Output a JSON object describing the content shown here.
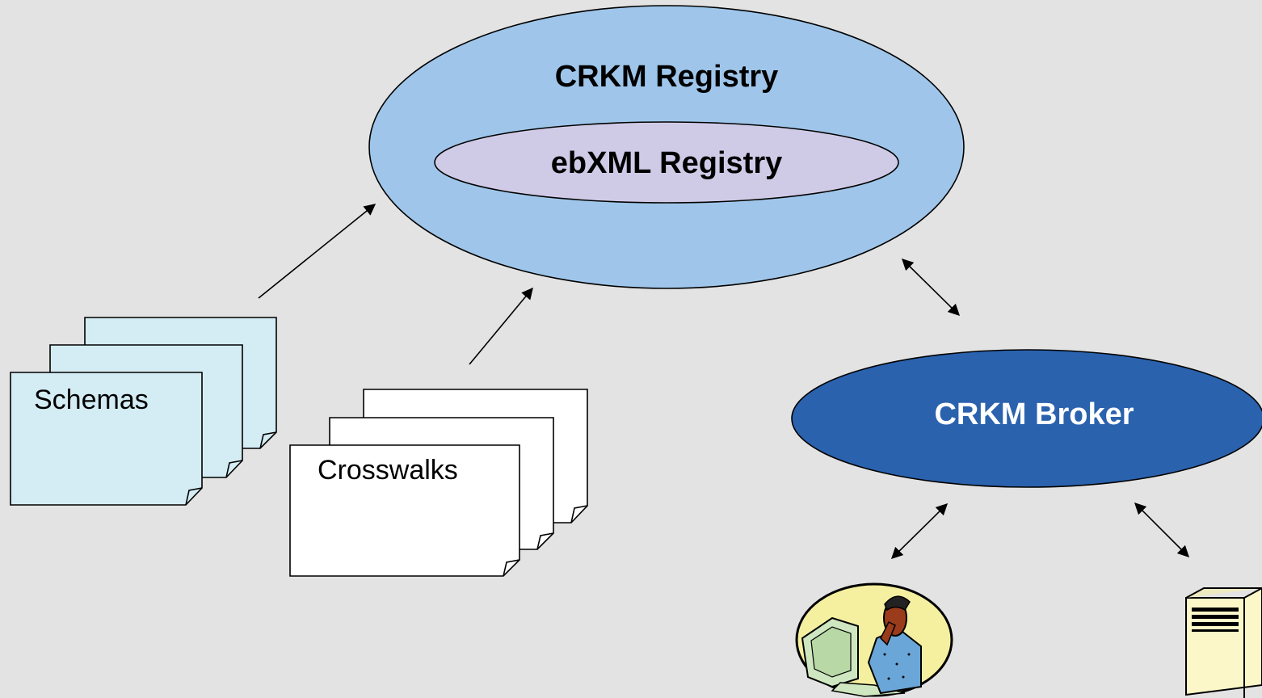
{
  "registry": {
    "label": "CRKM Registry"
  },
  "ebxml": {
    "label": "ebXML Registry"
  },
  "broker": {
    "label": "CRKM Broker"
  },
  "schemas": {
    "label": "Schemas"
  },
  "crosswalks": {
    "label": "Crosswalks"
  },
  "icons": {
    "user": "person-at-computer-icon",
    "server": "server-tower-icon"
  },
  "colors": {
    "background": "#e3e3e3",
    "registry_fill": "#9fc6ea",
    "ebxml_fill": "#cfcbe7",
    "broker_fill": "#2a62ae",
    "schemas_fill": "#d4ecf4",
    "crosswalks_fill": "#ffffff"
  }
}
